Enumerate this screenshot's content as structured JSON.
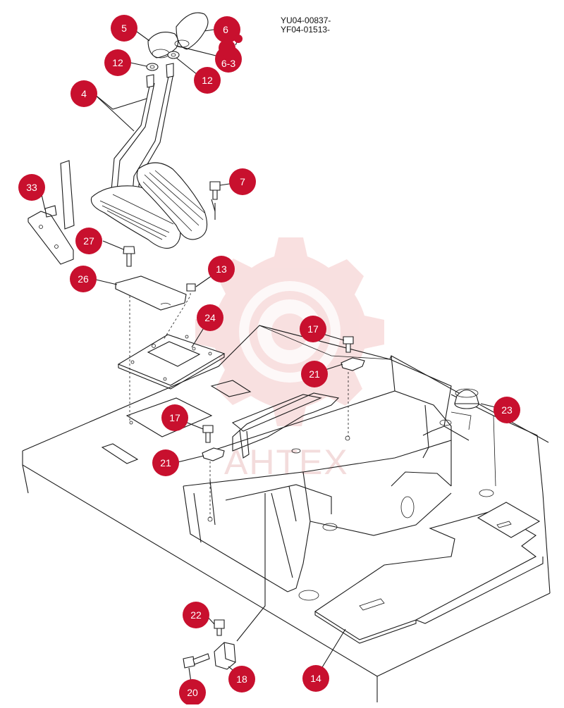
{
  "drawing_codes": [
    "YU04-00837-",
    "YF04-01513-"
  ],
  "watermark": {
    "text": "AHTEX",
    "color": "#f2c4c4"
  },
  "callout_color": "#c8102e",
  "callouts": [
    "5",
    "6",
    "12",
    "6-3",
    "12",
    "4",
    "7",
    "33",
    "27",
    "13",
    "26",
    "24",
    "17",
    "21",
    "23",
    "17",
    "21",
    "22",
    "18",
    "20",
    "14"
  ],
  "icons": {
    "watermark_gear": "gear-icon"
  }
}
